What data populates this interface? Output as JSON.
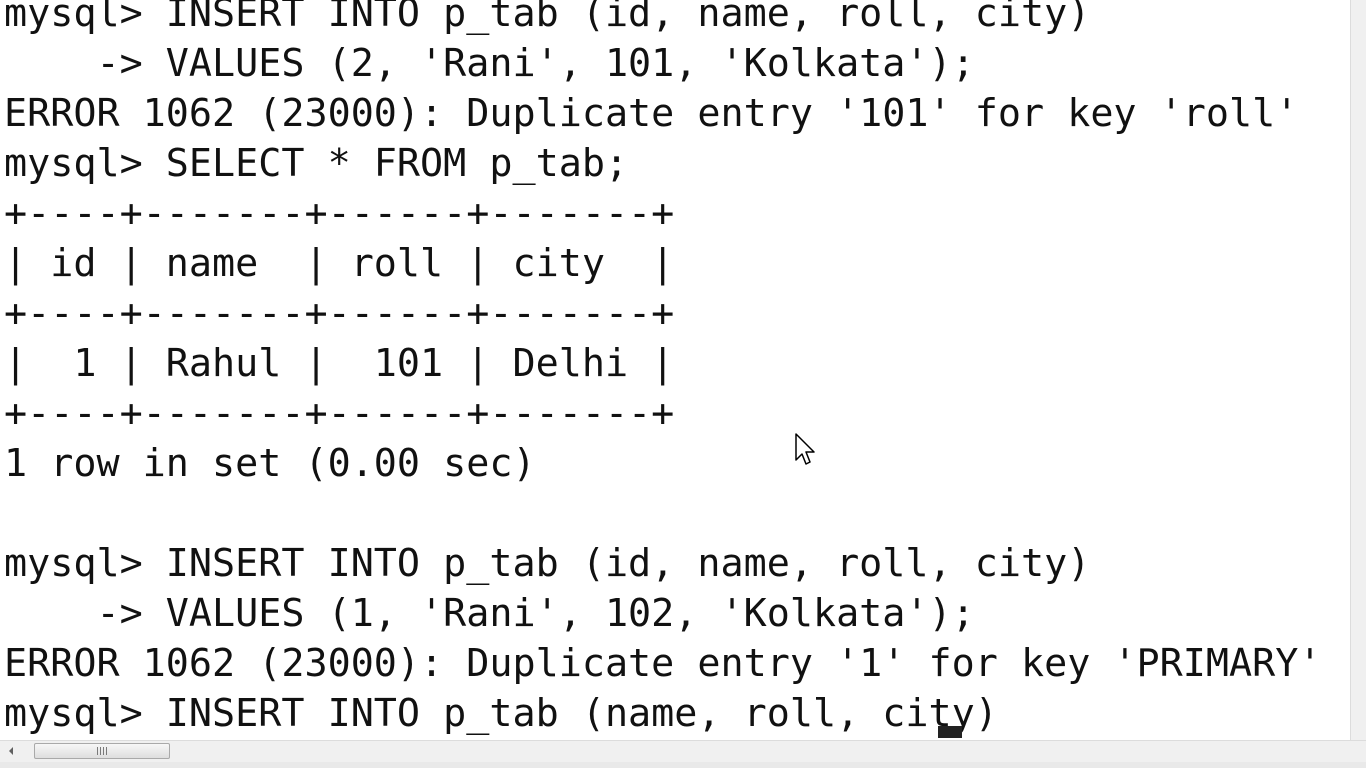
{
  "terminal": {
    "lines": [
      "mysql> INSERT INTO p_tab (id, name, roll, city)",
      "    -> VALUES (2, 'Rani', 101, 'Kolkata');",
      "ERROR 1062 (23000): Duplicate entry '101' for key 'roll'",
      "mysql> SELECT * FROM p_tab;",
      "+----+-------+------+-------+",
      "| id | name  | roll | city  |",
      "+----+-------+------+-------+",
      "|  1 | Rahul |  101 | Delhi |",
      "+----+-------+------+-------+",
      "1 row in set (0.00 sec)",
      "",
      "mysql> INSERT INTO p_tab (id, name, roll, city)",
      "    -> VALUES (1, 'Rani', 102, 'Kolkata');",
      "ERROR 1062 (23000): Duplicate entry '1' for key 'PRIMARY'",
      "mysql> INSERT INTO p_tab (name, roll, city)"
    ]
  },
  "colors": {
    "background": "#ffffff",
    "text": "#111111",
    "scrollbar": "#f0f0f0"
  },
  "icons": {
    "scroll_left": "chevron-left-icon",
    "mouse_pointer": "mouse-pointer-icon",
    "scroll_grip": "grip-icon"
  }
}
